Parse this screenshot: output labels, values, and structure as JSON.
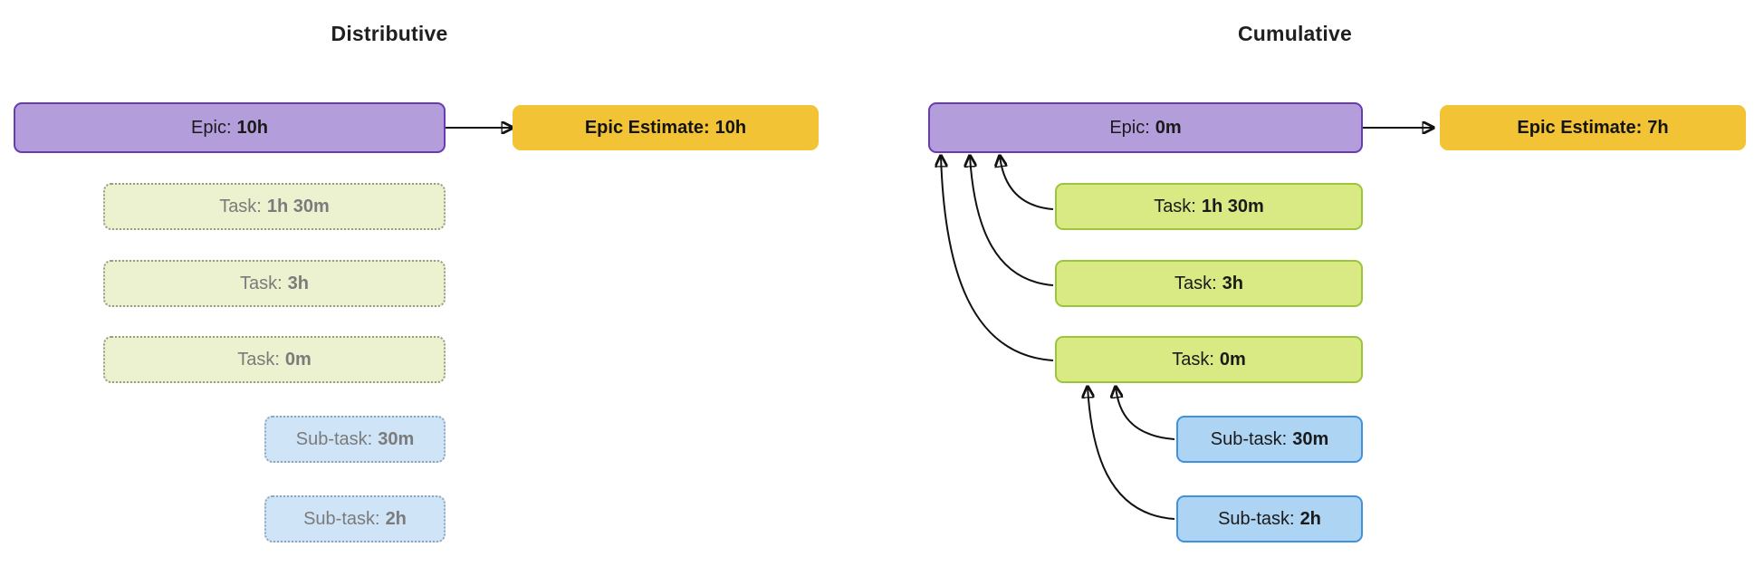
{
  "panels": {
    "left": {
      "title": "Distributive"
    },
    "right": {
      "title": "Cumulative"
    }
  },
  "distributive": {
    "epic": {
      "label": "Epic:",
      "value": "10h"
    },
    "estimate": {
      "label": "Epic Estimate:",
      "value": "10h"
    },
    "tasks": [
      {
        "label": "Task:",
        "value": "1h 30m"
      },
      {
        "label": "Task:",
        "value": "3h"
      },
      {
        "label": "Task:",
        "value": "0m"
      }
    ],
    "subtasks": [
      {
        "label": "Sub-task:",
        "value": "30m"
      },
      {
        "label": "Sub-task:",
        "value": "2h"
      }
    ]
  },
  "cumulative": {
    "epic": {
      "label": "Epic:",
      "value": "0m"
    },
    "estimate": {
      "label": "Epic Estimate:",
      "value": "7h"
    },
    "tasks": [
      {
        "label": "Task:",
        "value": "1h 30m"
      },
      {
        "label": "Task:",
        "value": "3h"
      },
      {
        "label": "Task:",
        "value": "0m"
      }
    ],
    "subtasks": [
      {
        "label": "Sub-task:",
        "value": "30m"
      },
      {
        "label": "Sub-task:",
        "value": "2h"
      }
    ]
  },
  "colors": {
    "epic_fill": "#b39ddb",
    "epic_border": "#6a3ab2",
    "estimate_fill": "#f2c335",
    "task_fill": "#d9ea84",
    "task_border": "#9bc53d",
    "subtask_fill": "#aed4f4",
    "subtask_border": "#3f92e0",
    "faded_text": "#7b7b7b",
    "edge": "#111111"
  }
}
